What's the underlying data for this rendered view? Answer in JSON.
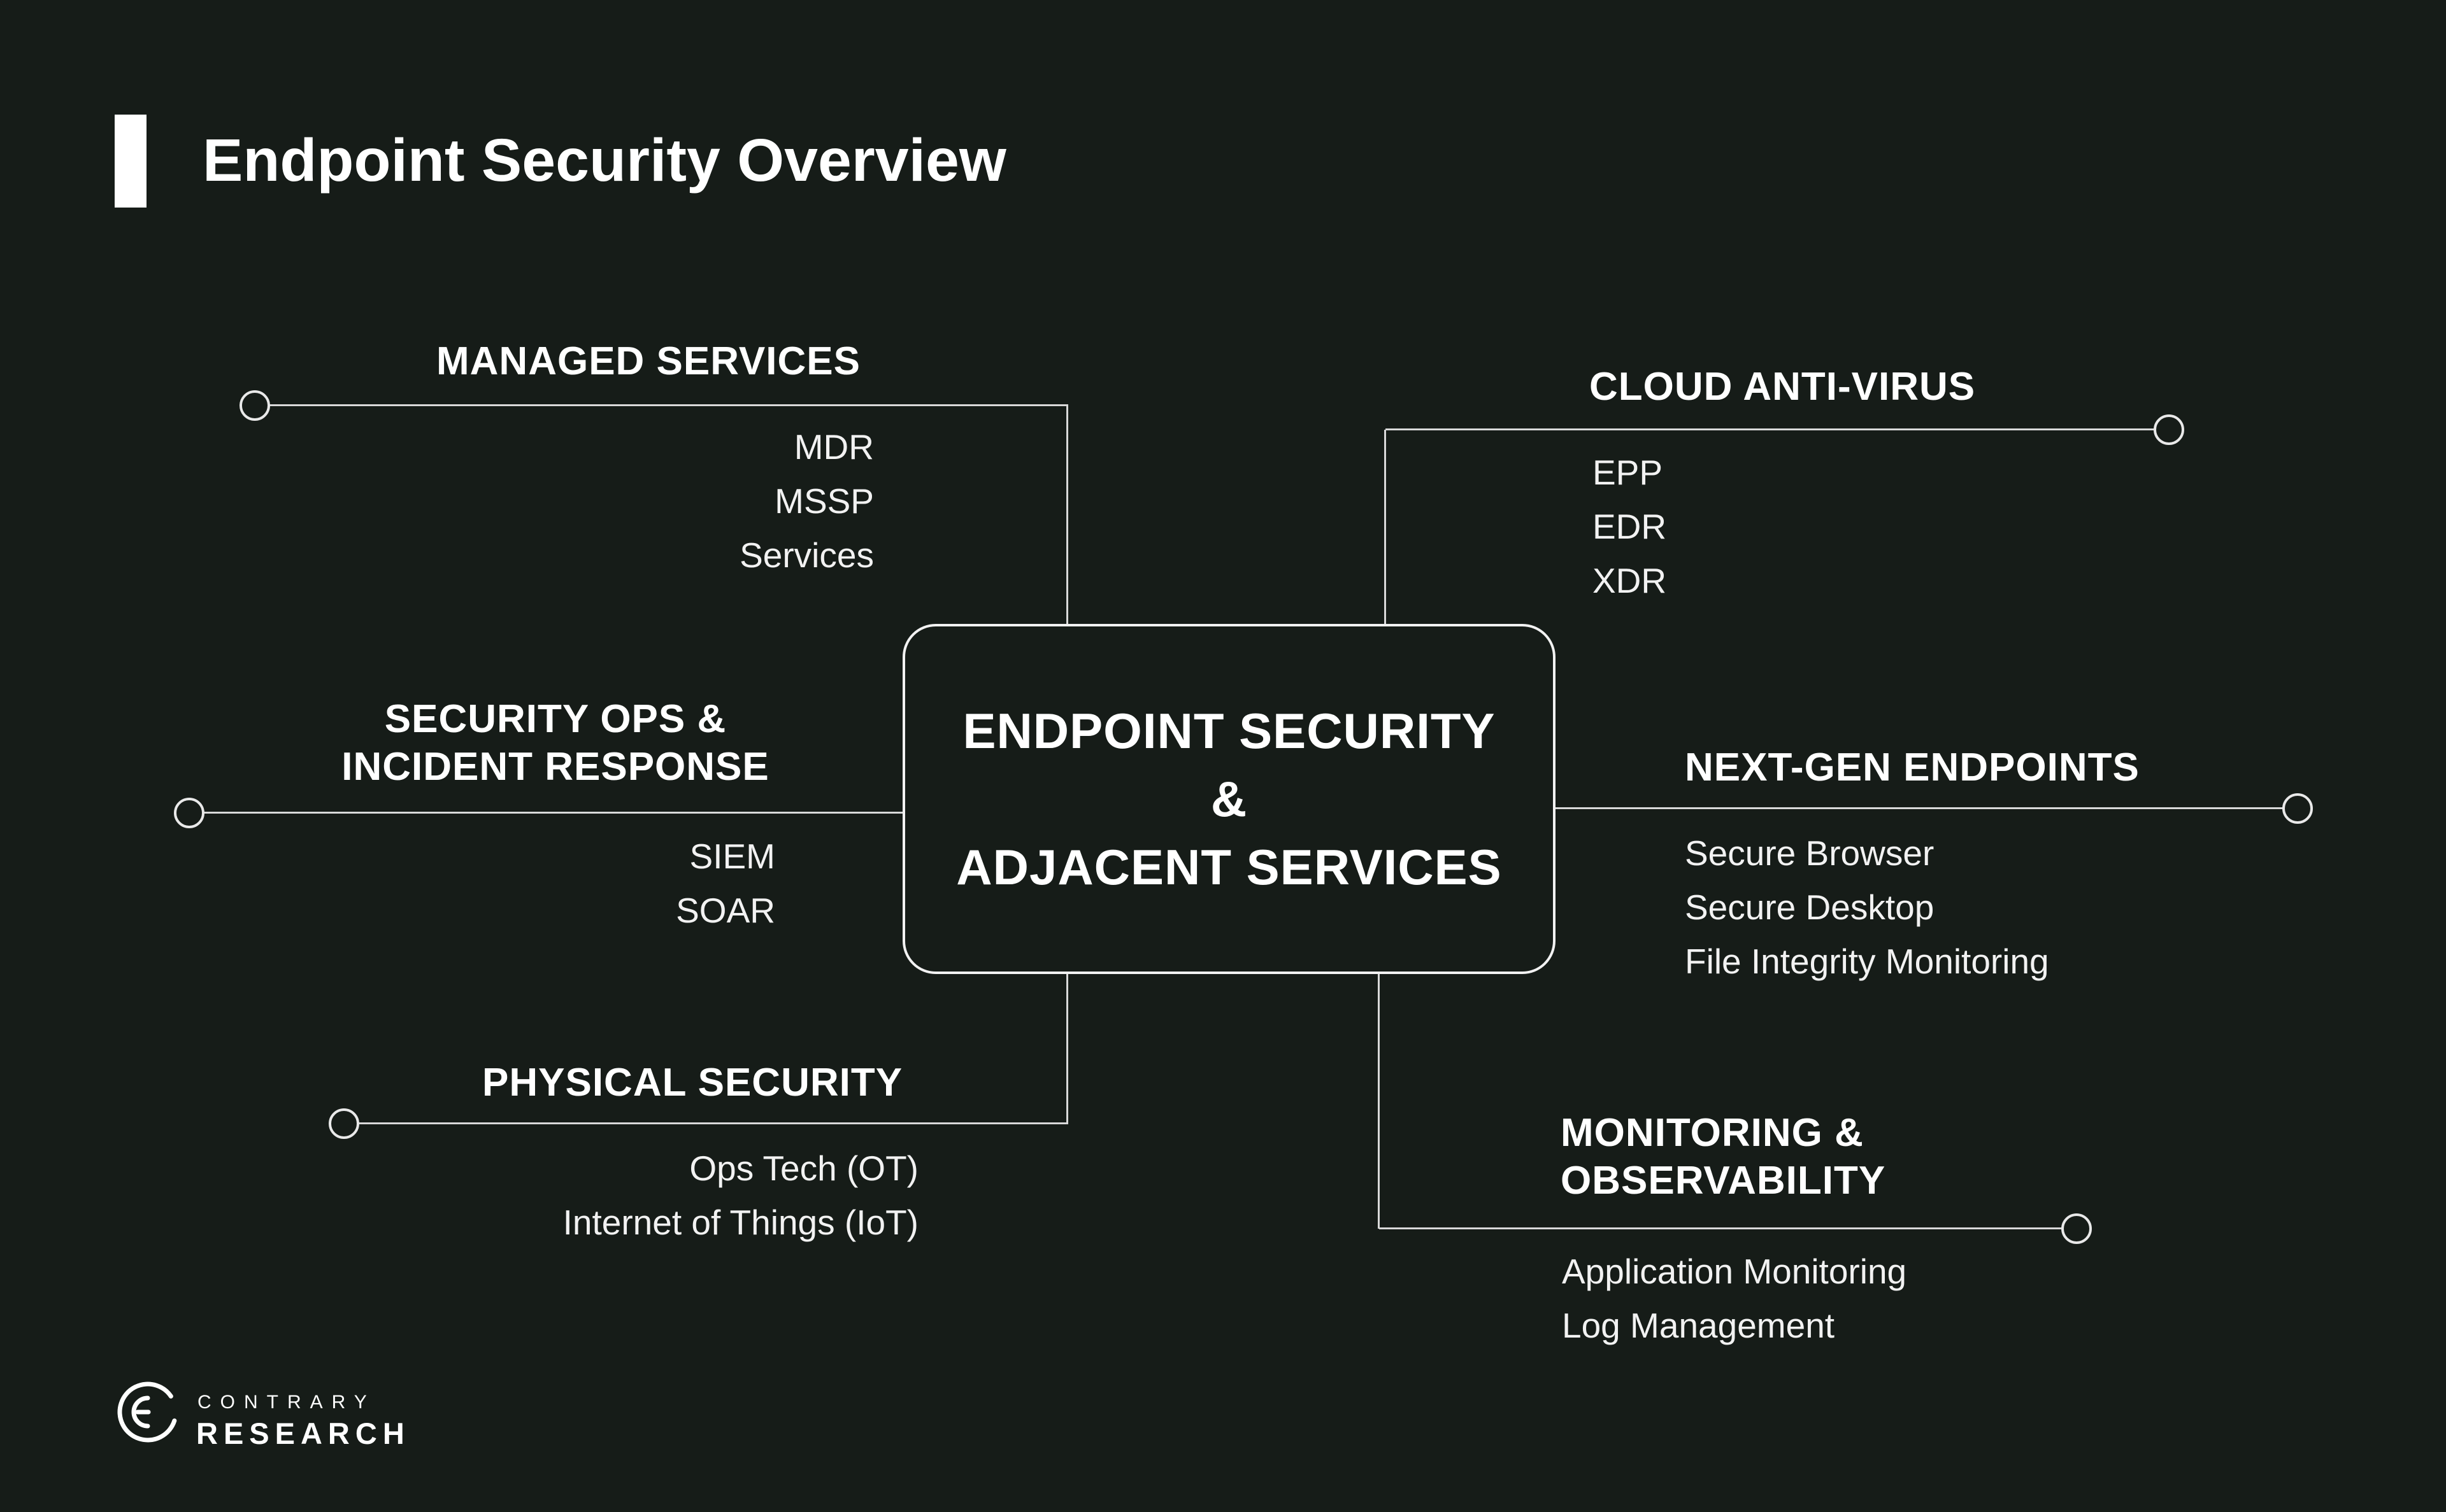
{
  "header": {
    "title": "Endpoint Security Overview"
  },
  "center_node": {
    "line1": "ENDPOINT SECURITY",
    "line2": "&",
    "line3": "ADJACENT SERVICES"
  },
  "branches": {
    "managed_services": {
      "title": "MANAGED SERVICES",
      "items": [
        "MDR",
        "MSSP",
        "Services"
      ]
    },
    "cloud_anti_virus": {
      "title": "CLOUD ANTI-VIRUS",
      "items": [
        "EPP",
        "EDR",
        "XDR"
      ]
    },
    "security_ops": {
      "title_line1": "SECURITY OPS &",
      "title_line2": "INCIDENT RESPONSE",
      "items": [
        "SIEM",
        "SOAR"
      ]
    },
    "next_gen_endpoints": {
      "title": "NEXT-GEN ENDPOINTS",
      "items": [
        "Secure Browser",
        "Secure Desktop",
        "File Integrity Monitoring"
      ]
    },
    "physical_security": {
      "title": "PHYSICAL SECURITY",
      "items": [
        "Ops Tech (OT)",
        "Internet of Things (IoT)"
      ]
    },
    "monitoring_observability": {
      "title_line1": "MONITORING &",
      "title_line2": "OBSERVABILITY",
      "items": [
        "Application Monitoring",
        "Log Management"
      ]
    }
  },
  "footer": {
    "brand_line1": "CONTRARY",
    "brand_line2": "RESEARCH"
  },
  "colors": {
    "background": "#161c18",
    "text": "#ffffff",
    "connector_line": "#d9d9d9"
  }
}
